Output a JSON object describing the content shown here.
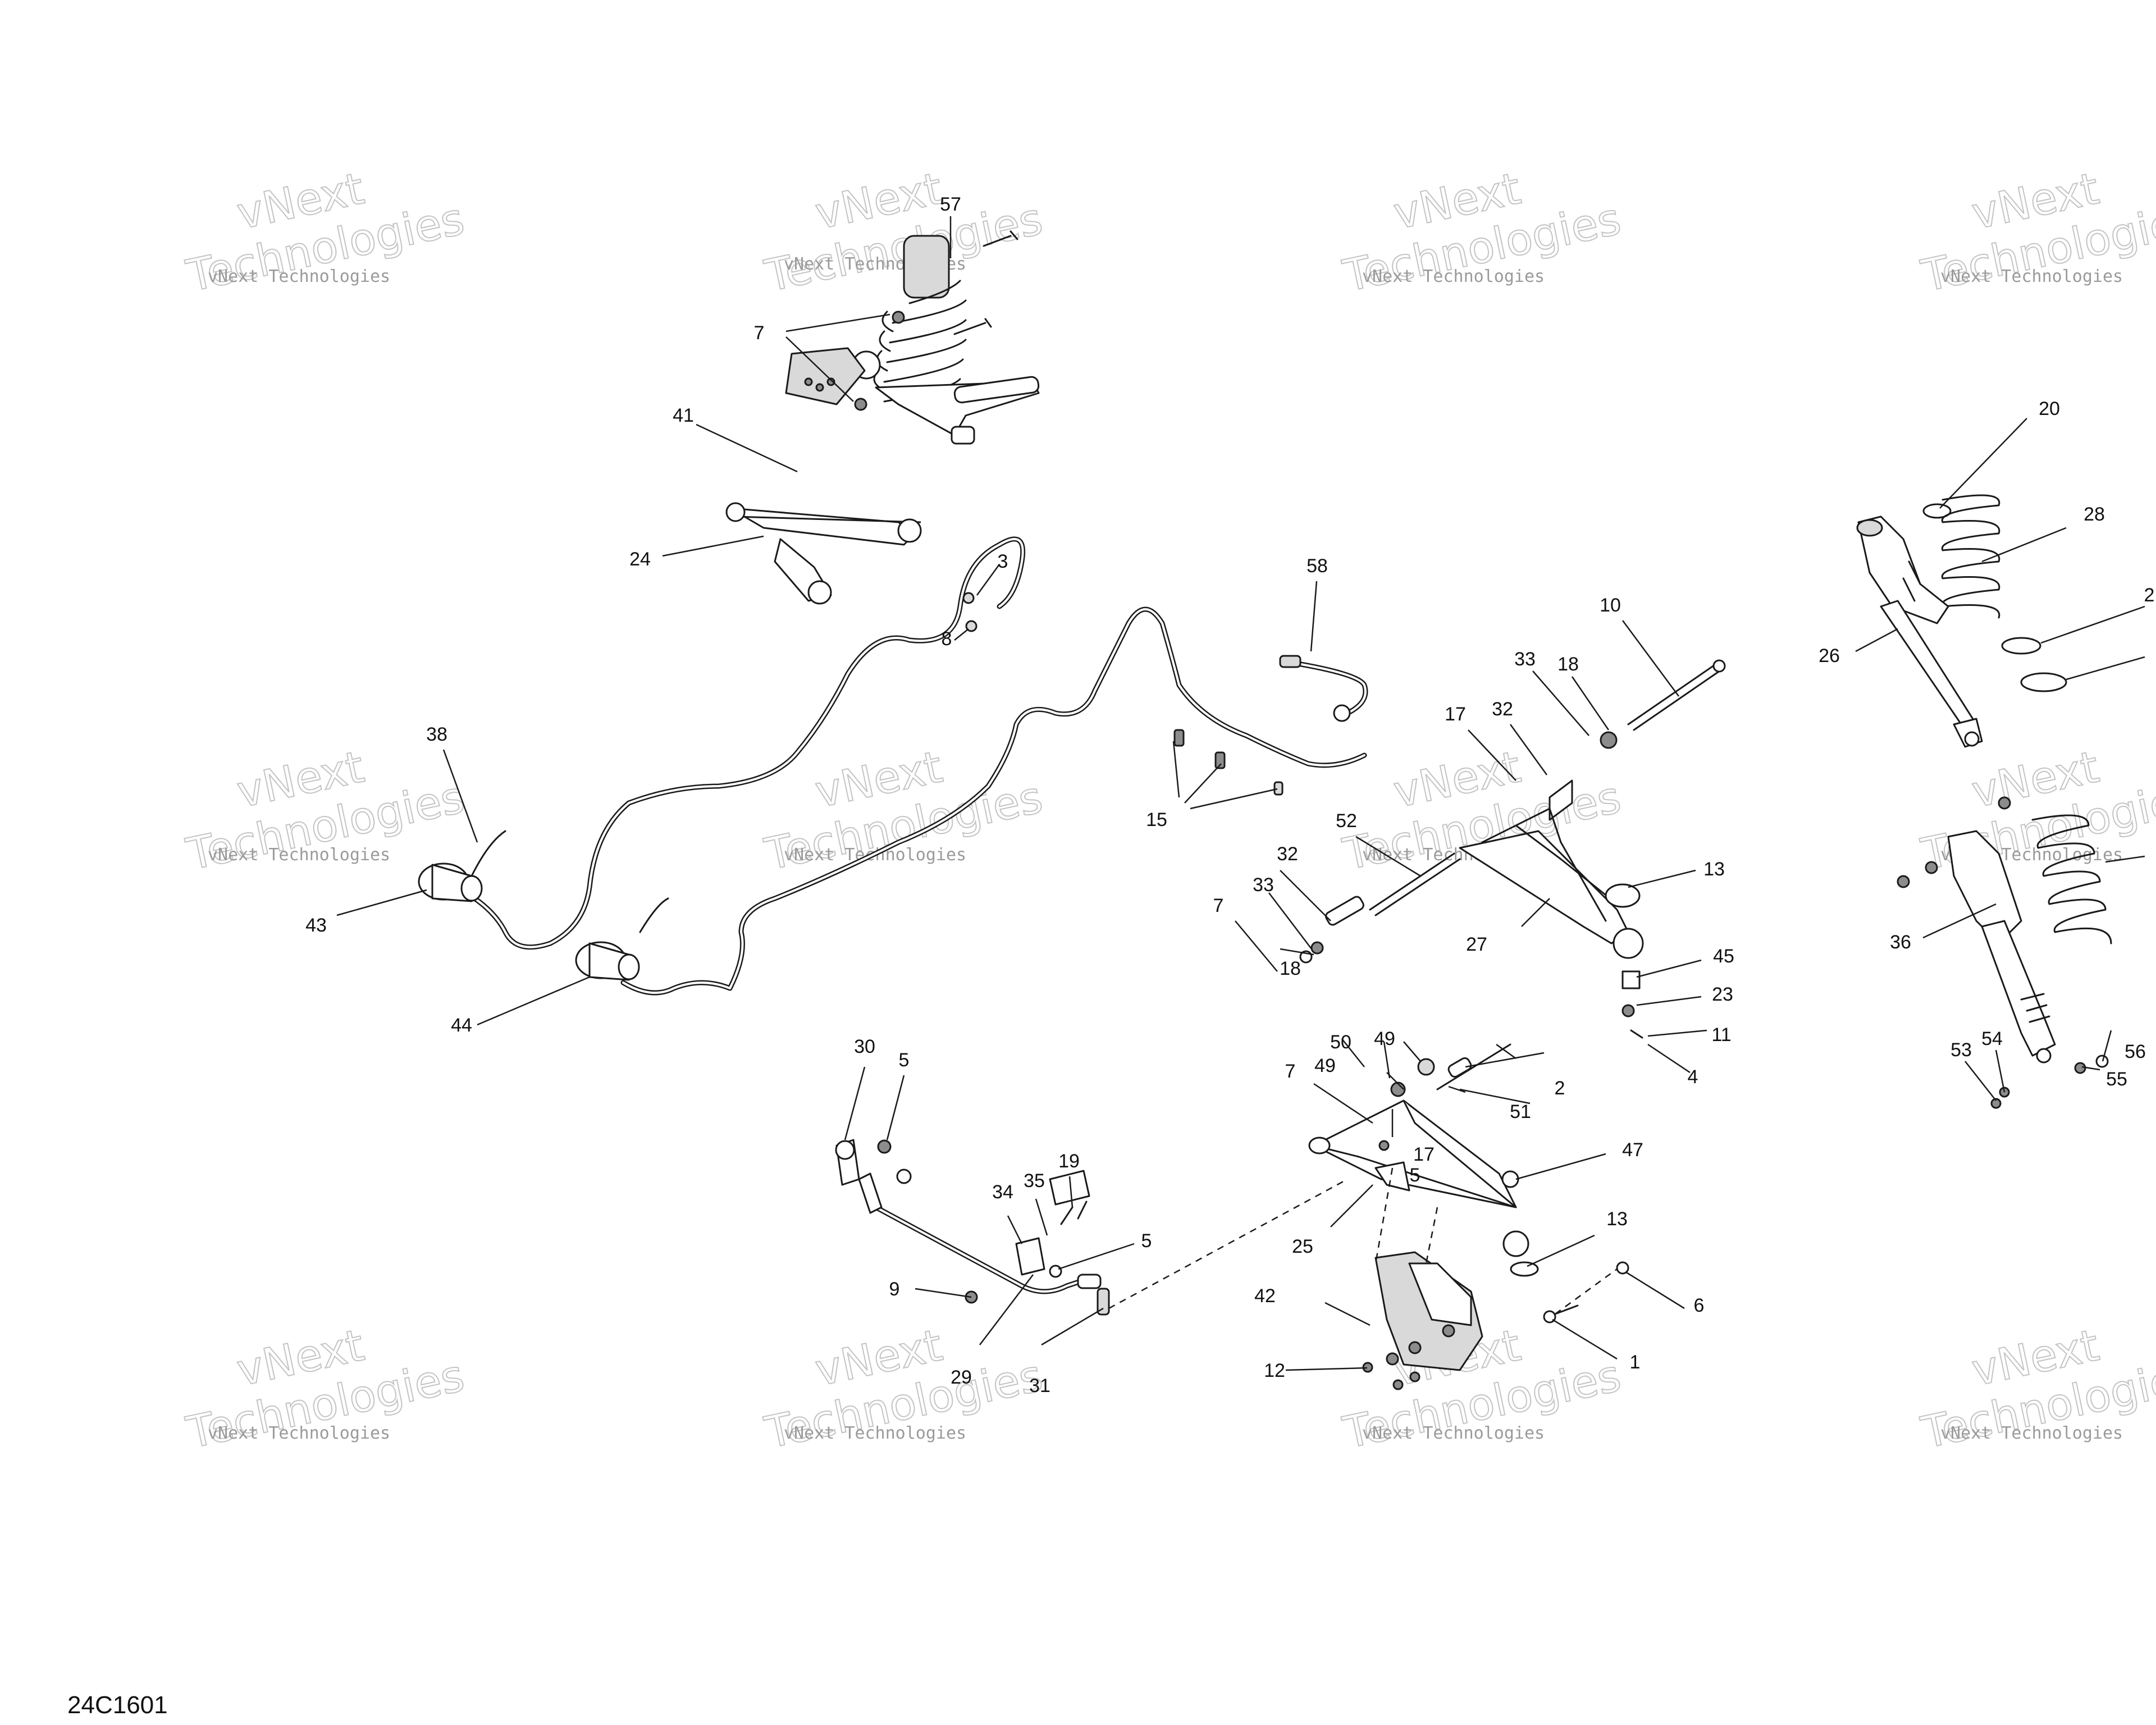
{
  "diagram": {
    "code": "24C1601",
    "watermark_small": "vNext Technologies",
    "watermark_large_top": "vNext",
    "watermark_large_bottom": "Technologies",
    "callouts": [
      "57",
      "7",
      "41",
      "24",
      "3",
      "8",
      "38",
      "43",
      "44",
      "58",
      "15",
      "10",
      "33",
      "18",
      "17",
      "32",
      "52",
      "32",
      "33",
      "7",
      "18",
      "13",
      "27",
      "45",
      "23",
      "11",
      "4",
      "50",
      "49",
      "49",
      "7",
      "17",
      "5",
      "51",
      "2",
      "47",
      "25",
      "13",
      "6",
      "42",
      "12",
      "1",
      "30",
      "5",
      "19",
      "34",
      "35",
      "5",
      "9",
      "29",
      "31",
      "20",
      "28",
      "2",
      "26",
      "36",
      "53",
      "54",
      "55",
      "56"
    ]
  }
}
